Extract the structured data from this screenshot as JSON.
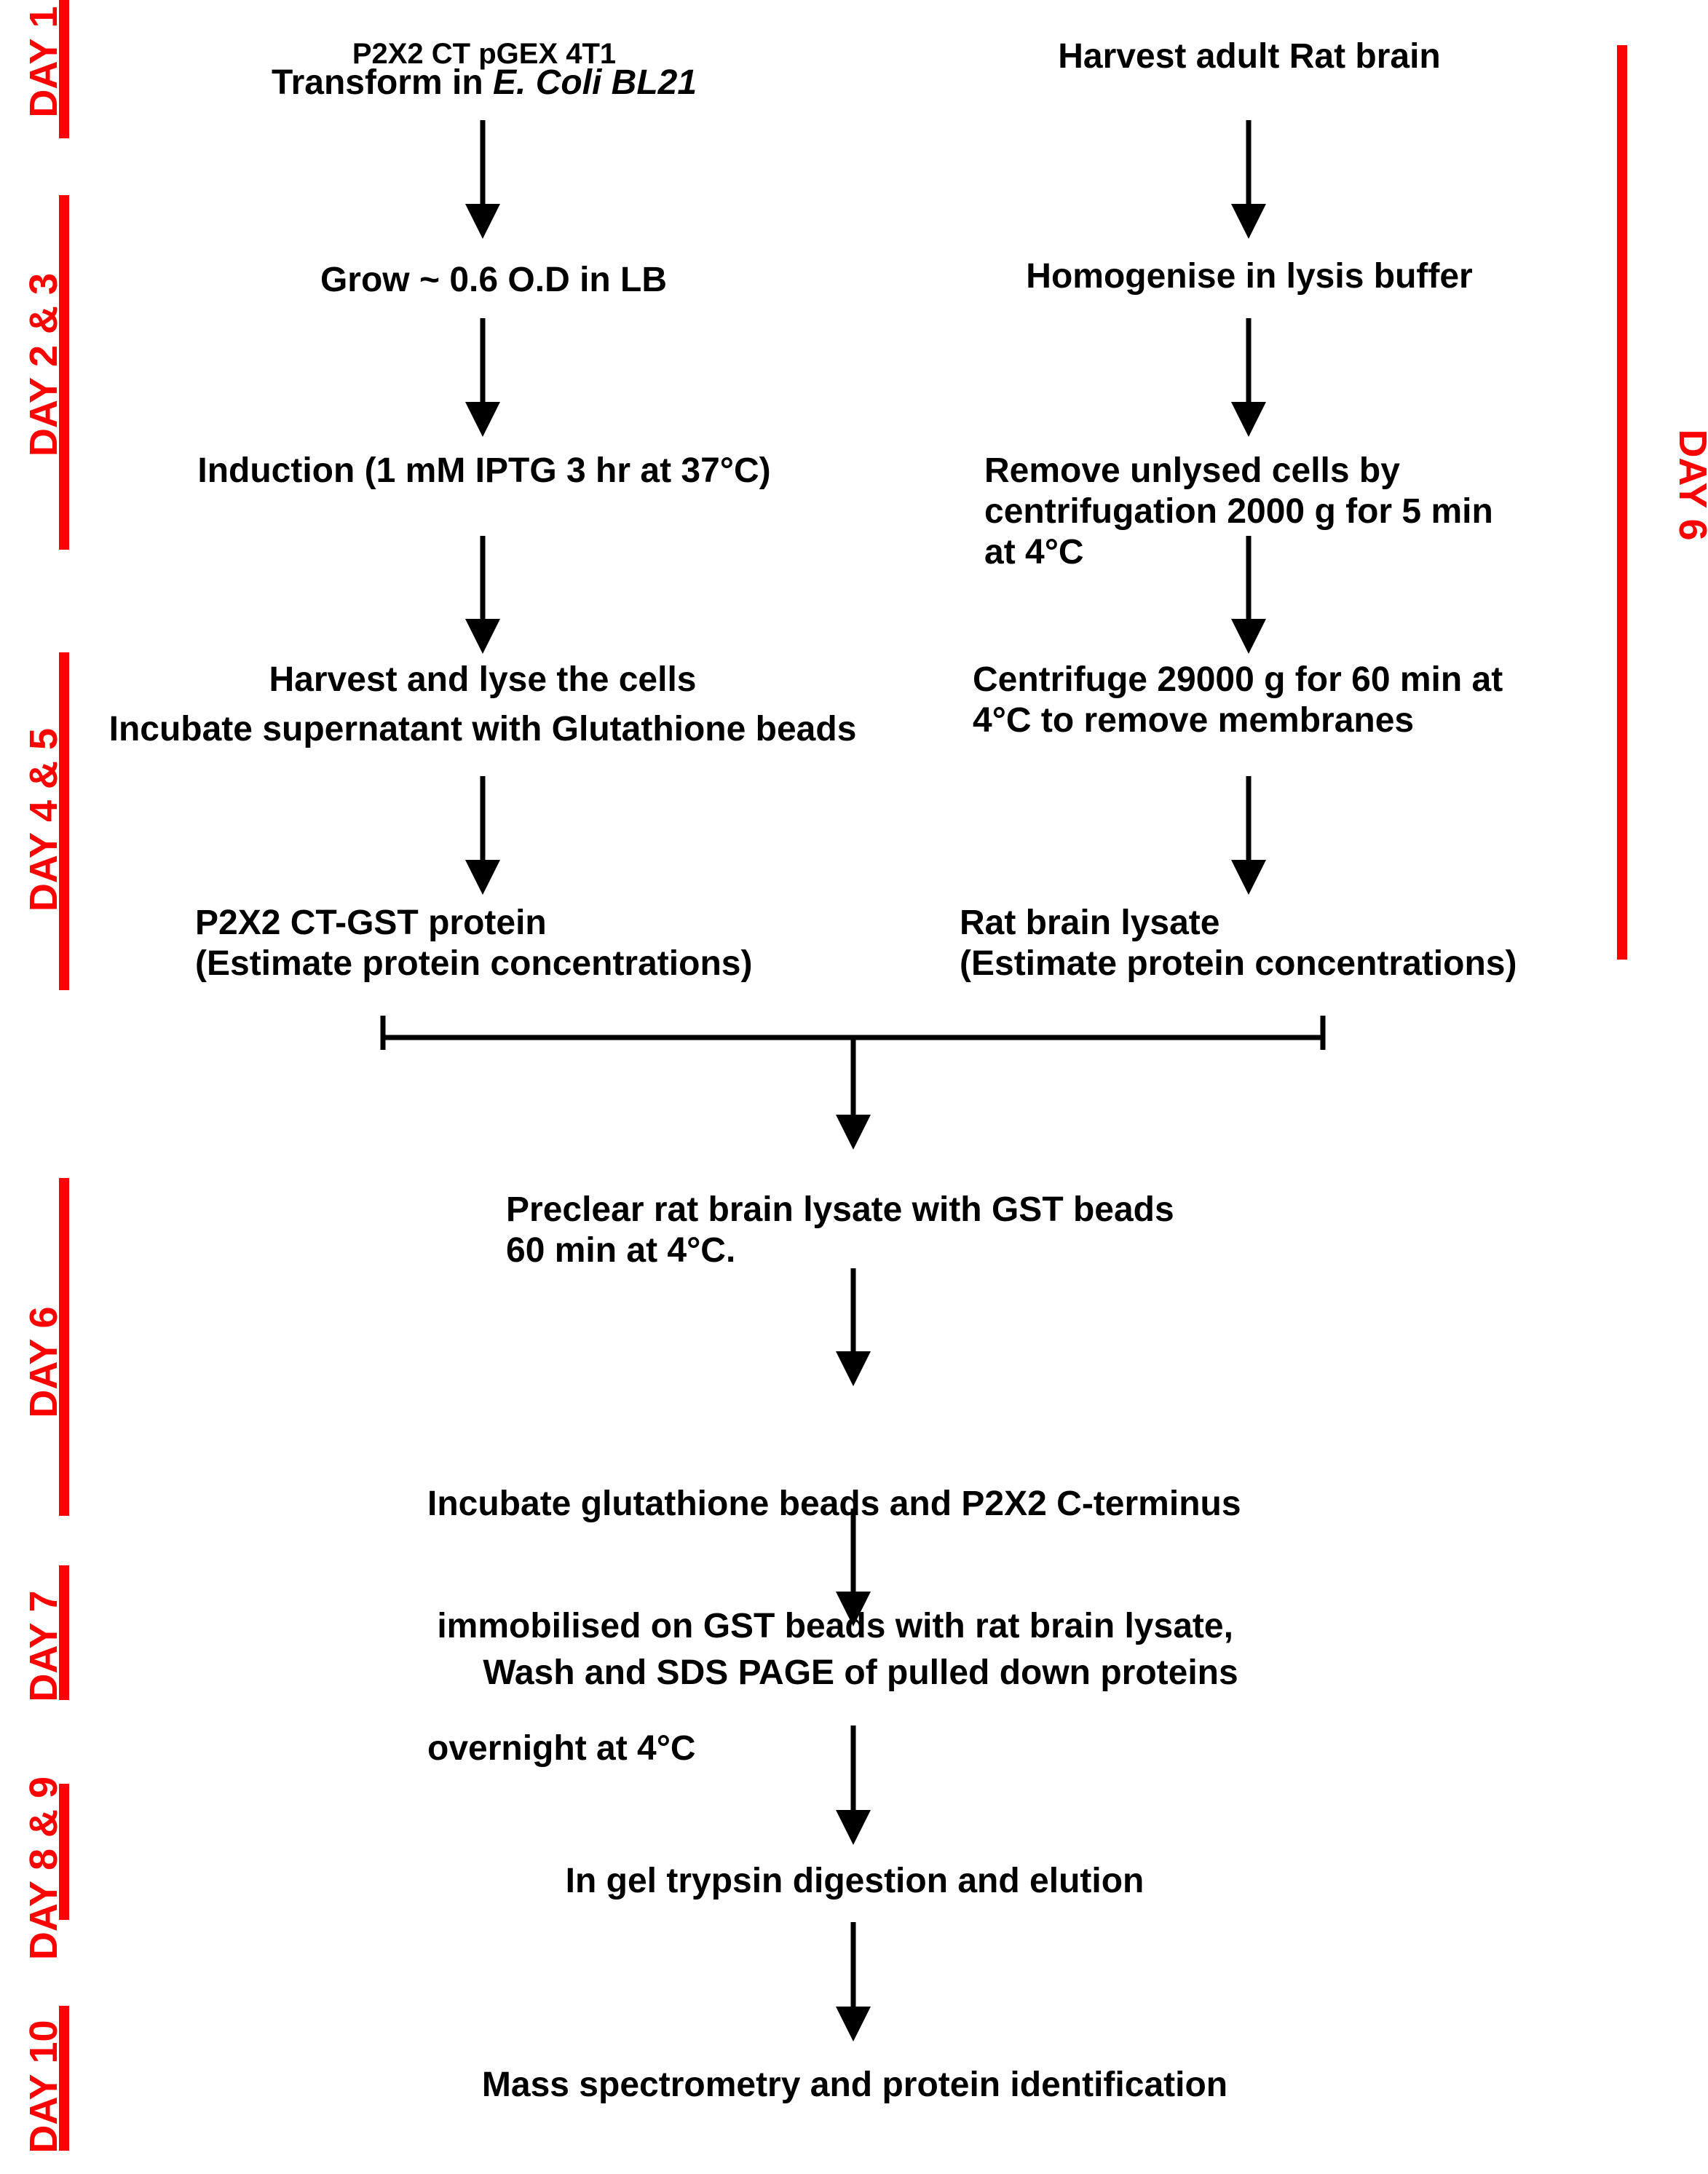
{
  "colors": {
    "day_bar": "#ff0000",
    "arrow": "#000000",
    "text": "#000000"
  },
  "days": {
    "day1": "DAY 1",
    "day23": "DAY 2 & 3",
    "day45": "DAY 4 & 5",
    "day6_right": "DAY 6",
    "day6_left": "DAY 6",
    "day7": "DAY 7",
    "day89": "DAY 8 & 9",
    "day10": "DAY 10"
  },
  "left_column": {
    "construct": "P2X2 CT pGEX 4T1",
    "transform_prefix": "Transform in ",
    "transform_species": "E. Coli BL21",
    "grow": "Grow ~ 0.6 O.D  in LB",
    "induction": "Induction (1 mM IPTG 3 hr at 37°C)",
    "harvest_1": "Harvest and lyse the cells",
    "harvest_2": "Incubate supernatant with Glutathione beads",
    "protein_1": "P2X2 CT-GST protein",
    "protein_2": "(Estimate protein concentrations)"
  },
  "right_column": {
    "harvest": "Harvest adult Rat brain",
    "homogenise": "Homogenise in lysis buffer",
    "remove_1": "Remove unlysed cells by",
    "remove_2": "centrifugation 2000 g for 5 min",
    "remove_3": "at 4°C",
    "centrifuge_1": "Centrifuge 29000 g for 60 min at",
    "centrifuge_2": "4°C to remove membranes",
    "lysate_1": "Rat brain lysate",
    "lysate_2": "(Estimate protein concentrations)"
  },
  "merged": {
    "preclear_1": "Preclear rat brain lysate with GST beads",
    "preclear_2": "60 min at 4°C.",
    "incubate_1": "Incubate glutathione beads and P2X2 C-terminus",
    "incubate_2": " immobilised on GST beads with rat brain lysate,",
    "incubate_3": "overnight at 4°C",
    "wash": "Wash and SDS PAGE of pulled down proteins",
    "digest": "In gel trypsin digestion and elution",
    "mass_spec": "Mass spectrometry and protein identification"
  }
}
